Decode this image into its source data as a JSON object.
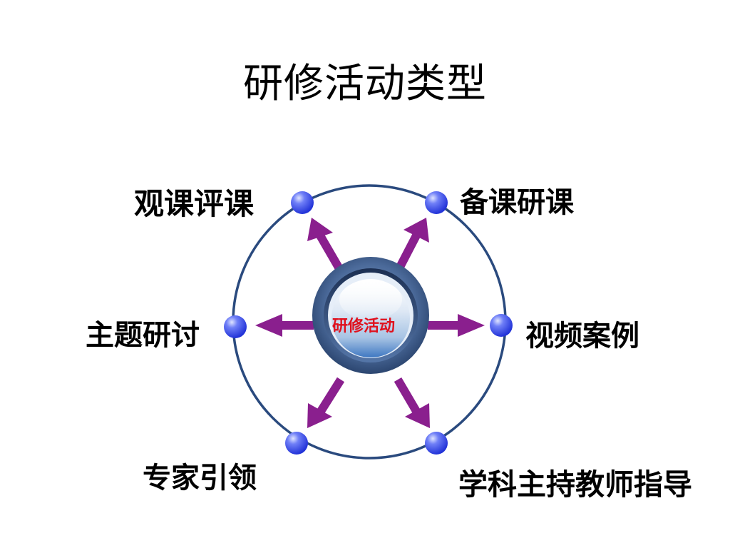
{
  "slide": {
    "title": "研修活动类型"
  },
  "hub": {
    "label": "研修活动"
  },
  "nodes": [
    {
      "id": "guanke",
      "label": "观课评课"
    },
    {
      "id": "beike",
      "label": "备课研课"
    },
    {
      "id": "zhuti",
      "label": "主题研讨"
    },
    {
      "id": "shipin",
      "label": "视频案例"
    },
    {
      "id": "zhuanjia",
      "label": "专家引领"
    },
    {
      "id": "xueke",
      "label": "学科主持教师指导"
    }
  ],
  "colors": {
    "ring": "#2a4a7e",
    "arrow": "#8a1f8e",
    "node_dot": "#3347ea",
    "hub_text": "#e0101c",
    "hub_outer": "#3f5f8f",
    "hub_inner": "#c9dcf0"
  }
}
